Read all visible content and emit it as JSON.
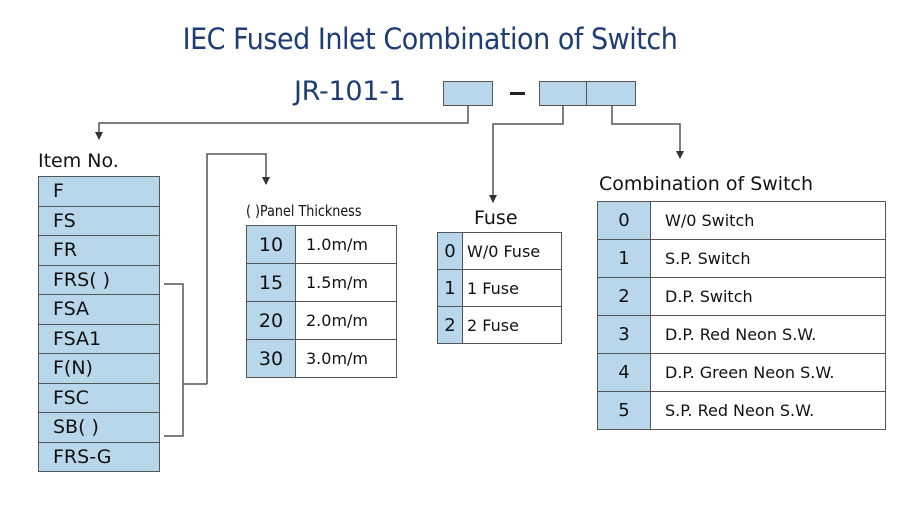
{
  "title": "IEC Fused Inlet Combination of Switch",
  "model_prefix": "JR-101-1",
  "model_separator": "–",
  "colors": {
    "title": "#1d3d74",
    "code_fill": "#b9d7ea",
    "border": "#555555"
  },
  "item_no": {
    "heading": "Item No.",
    "items": [
      "F",
      "FS",
      "FR",
      "FRS( )",
      "FSA",
      "FSA1",
      "F(N)",
      "FSC",
      "SB( )",
      "FRS-G"
    ]
  },
  "panel_thickness": {
    "heading": "( )Panel Thickness",
    "rows": [
      {
        "code": "10",
        "value": "1.0m/m"
      },
      {
        "code": "15",
        "value": "1.5m/m"
      },
      {
        "code": "20",
        "value": "2.0m/m"
      },
      {
        "code": "30",
        "value": "3.0m/m"
      }
    ]
  },
  "fuse": {
    "heading": "Fuse",
    "rows": [
      {
        "code": "0",
        "value": "W/0 Fuse"
      },
      {
        "code": "1",
        "value": "1 Fuse"
      },
      {
        "code": "2",
        "value": "2 Fuse"
      }
    ]
  },
  "switch": {
    "heading": "Combination of Switch",
    "rows": [
      {
        "code": "0",
        "value": "W/0 Switch"
      },
      {
        "code": "1",
        "value": "S.P. Switch"
      },
      {
        "code": "2",
        "value": "D.P. Switch"
      },
      {
        "code": "3",
        "value": "D.P. Red Neon S.W."
      },
      {
        "code": "4",
        "value": "D.P. Green Neon S.W."
      },
      {
        "code": "5",
        "value": "S.P. Red Neon S.W."
      }
    ]
  }
}
